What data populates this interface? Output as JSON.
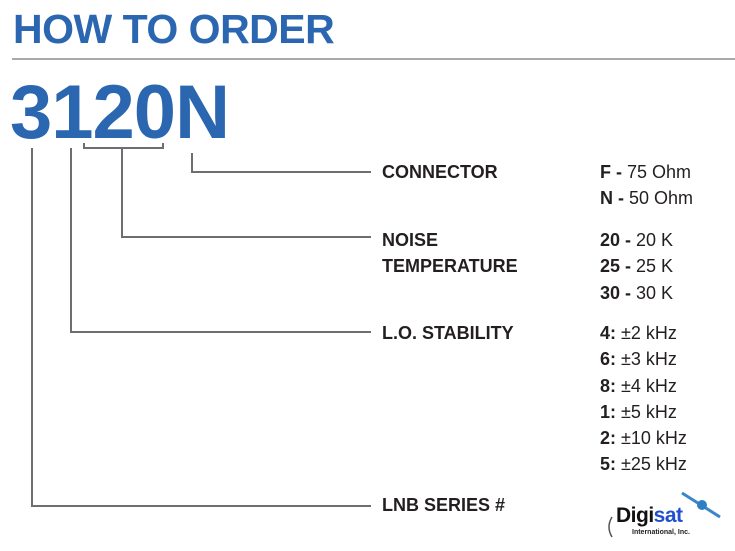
{
  "header": {
    "title": "HOW TO ORDER",
    "accent_color": "#2b66b0"
  },
  "model_number": "3120N",
  "fields": [
    {
      "label_lines": [
        "CONNECTOR"
      ],
      "options": [
        {
          "code": "F -",
          "value": " 75 Ohm"
        },
        {
          "code": "N -",
          "value": " 50 Ohm"
        }
      ]
    },
    {
      "label_lines": [
        "NOISE",
        "TEMPERATURE"
      ],
      "options": [
        {
          "code": "20 -",
          "value": " 20 K"
        },
        {
          "code": "25 -",
          "value": " 25 K"
        },
        {
          "code": "30 -",
          "value": " 30 K"
        }
      ]
    },
    {
      "label_lines": [
        "L.O. STABILITY"
      ],
      "options": [
        {
          "code": "4:",
          "value": " ±2 kHz"
        },
        {
          "code": "6:",
          "value": " ±3 kHz"
        },
        {
          "code": "8:",
          "value": " ±4 kHz"
        },
        {
          "code": "1:",
          "value": " ±5 kHz"
        },
        {
          "code": "2:",
          "value": " ±10 kHz"
        },
        {
          "code": "5:",
          "value": " ±25 kHz"
        }
      ]
    },
    {
      "label_lines": [
        "LNB SERIES #"
      ],
      "options": []
    }
  ],
  "logo": {
    "name": "Digi",
    "name_accent": "sat",
    "subtitle": "International, Inc.",
    "icon": "satellite-icon"
  }
}
